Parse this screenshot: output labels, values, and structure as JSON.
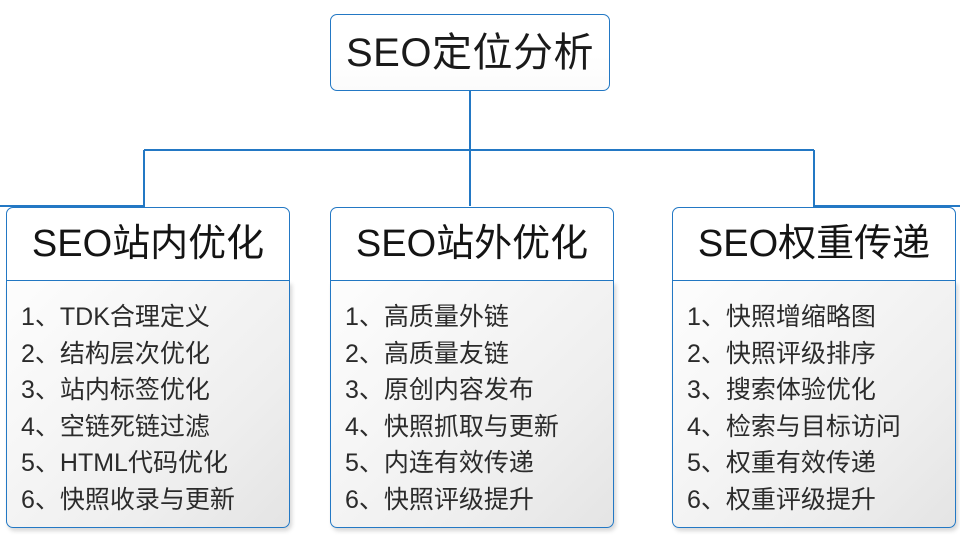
{
  "diagram": {
    "type": "org-chart",
    "title": "SEO定位分析",
    "accent_color": "#2378c4",
    "text_color": "#1a1a1a",
    "background_color": "#ffffff",
    "body_fill_from": "#fdfdfd",
    "body_fill_to": "#e4e4e4"
  },
  "root": {
    "label": "SEO定位分析"
  },
  "branches": [
    {
      "header": "SEO站内优化",
      "items": [
        "1、TDK合理定义",
        "2、结构层次优化",
        "3、站内标签优化",
        "4、空链死链过滤",
        "5、HTML代码优化",
        "6、快照收录与更新"
      ]
    },
    {
      "header": "SEO站外优化",
      "items": [
        "1、高质量外链",
        "2、高质量友链",
        "3、原创内容发布",
        "4、快照抓取与更新",
        "5、内连有效传递",
        "6、快照评级提升"
      ]
    },
    {
      "header": "SEO权重传递",
      "items": [
        "1、快照增缩略图",
        "2、快照评级排序",
        "3、搜索体验优化",
        "4、检索与目标访问",
        "5、权重有效传递",
        "6、权重评级提升"
      ]
    }
  ]
}
